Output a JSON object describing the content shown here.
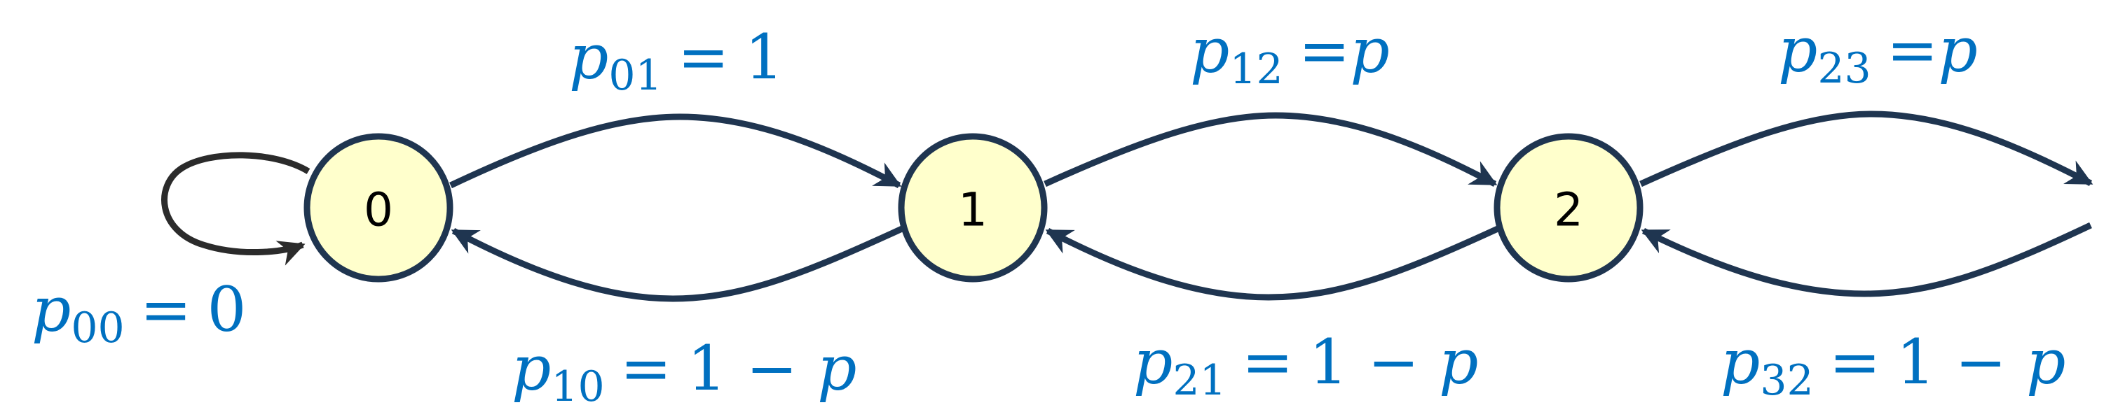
{
  "colors": {
    "node_fill": "#FFFFCC",
    "node_stroke": "#1F3550",
    "edge_stroke": "#1F3550",
    "loop_stroke": "#2B2B2B",
    "label_color": "#0070C0"
  },
  "nodes": [
    {
      "id": "0",
      "label": "0"
    },
    {
      "id": "1",
      "label": "1"
    },
    {
      "id": "2",
      "label": "2"
    }
  ],
  "edges": [
    {
      "from": "0",
      "to": "0",
      "var": "p",
      "sub": "00",
      "eq": "=",
      "rhs": "0",
      "rhs_var": ""
    },
    {
      "from": "0",
      "to": "1",
      "var": "p",
      "sub": "01",
      "eq": "=",
      "rhs": "1",
      "rhs_var": ""
    },
    {
      "from": "1",
      "to": "0",
      "var": "p",
      "sub": "10",
      "eq": "=",
      "rhs": "1 − ",
      "rhs_var": "p"
    },
    {
      "from": "1",
      "to": "2",
      "var": "p",
      "sub": "12",
      "eq": "=",
      "rhs": "",
      "rhs_var": "p"
    },
    {
      "from": "2",
      "to": "1",
      "var": "p",
      "sub": "21",
      "eq": "=",
      "rhs": "1 − ",
      "rhs_var": "p"
    },
    {
      "from": "2",
      "to": "3",
      "var": "p",
      "sub": "23",
      "eq": "=",
      "rhs": "",
      "rhs_var": "p"
    },
    {
      "from": "3",
      "to": "2",
      "var": "p",
      "sub": "32",
      "eq": "=",
      "rhs": "1 − ",
      "rhs_var": "p"
    }
  ]
}
